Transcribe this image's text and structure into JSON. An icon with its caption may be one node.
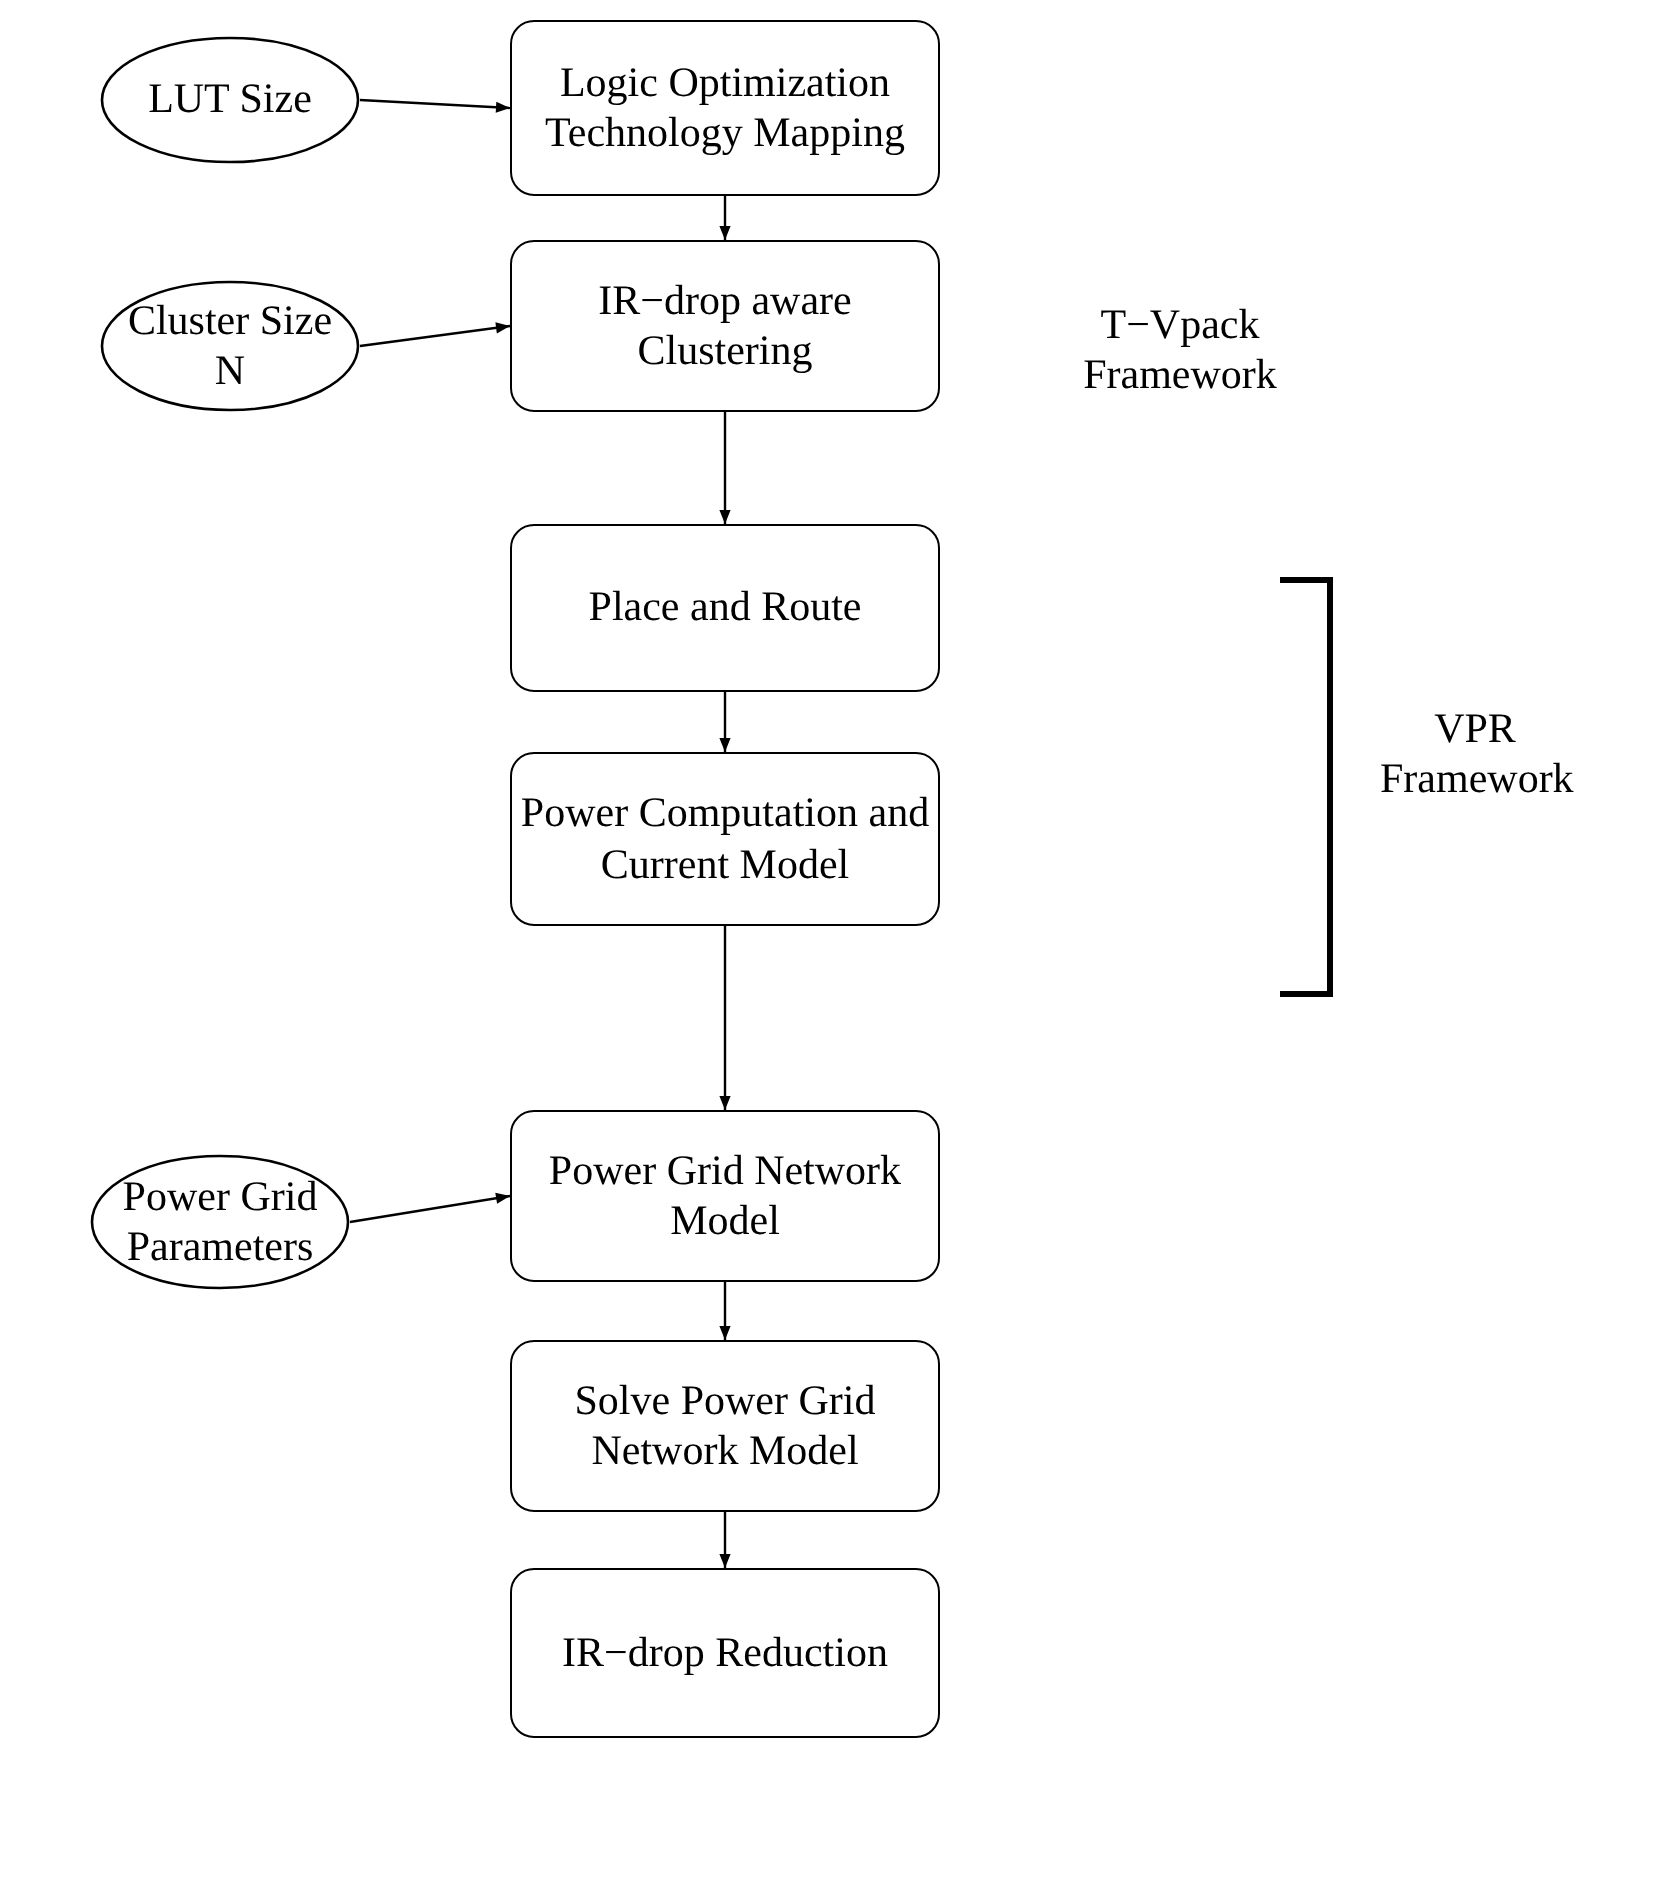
{
  "diagram": {
    "nodes": [
      {
        "text": [
          "LUT Size"
        ]
      },
      {
        "text": [
          "Logic Optimization Technology Mapping"
        ]
      },
      {
        "text": [
          "Cluster Size N"
        ]
      },
      {
        "text": [
          "IR−drop aware Clustering"
        ]
      },
      {
        "text": [
          "Place and Route"
        ]
      },
      {
        "text": [
          "Power Computation and Current Model"
        ]
      },
      {
        "text": [
          "Power Grid Parameters"
        ]
      },
      {
        "text": [
          "Power Grid Network Model"
        ]
      },
      {
        "text": [
          "Solve Power Grid Network Model"
        ]
      },
      {
        "text": [
          "IR−drop Reduction"
        ]
      }
    ],
    "edges": [
      {
        "from": 0,
        "to": 1,
        "arrow": "to"
      },
      {
        "from": 1,
        "to": 3,
        "arrow": "to"
      },
      {
        "from": 2,
        "to": 3,
        "arrow": "to"
      },
      {
        "from": 3,
        "to": 4,
        "arrow": "to"
      },
      {
        "from": 4,
        "to": 5,
        "arrow": "to"
      },
      {
        "from": 5,
        "to": 7,
        "arrow": "to"
      },
      {
        "from": 6,
        "to": 7,
        "arrow": "to"
      },
      {
        "from": 7,
        "to": 8,
        "arrow": "to"
      },
      {
        "from": 8,
        "to": 9,
        "arrow": "to"
      }
    ],
    "labels": [
      "T−Vpack Framework",
      "VPR Framework"
    ]
  }
}
